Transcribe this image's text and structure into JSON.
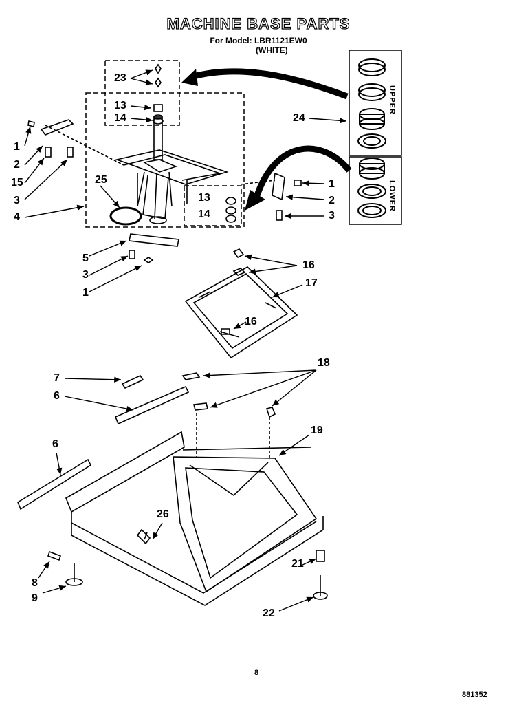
{
  "title": "MACHINE BASE PARTS",
  "model_line": "For Model: LBR1121EW0",
  "color_line": "(WHITE)",
  "upper_label": "UPPER",
  "lower_label": "LOWER",
  "page_number": "8",
  "doc_number": "881352",
  "callouts": {
    "c23": "23",
    "c13a": "13",
    "c14a": "14",
    "c13b": "13",
    "c14b": "14",
    "c24": "24",
    "c25": "25",
    "c1a": "1",
    "c2a": "2",
    "c15": "15",
    "c3a": "3",
    "c4": "4",
    "c1b": "1",
    "c2b": "2",
    "c3b": "3",
    "c5": "5",
    "c3c": "3",
    "c1c": "1",
    "c16a": "16",
    "c17": "17",
    "c16b": "16",
    "c7": "7",
    "c6a": "6",
    "c6b": "6",
    "c18": "18",
    "c19": "19",
    "c26": "26",
    "c8": "8",
    "c9": "9",
    "c21": "21",
    "c22": "22"
  }
}
